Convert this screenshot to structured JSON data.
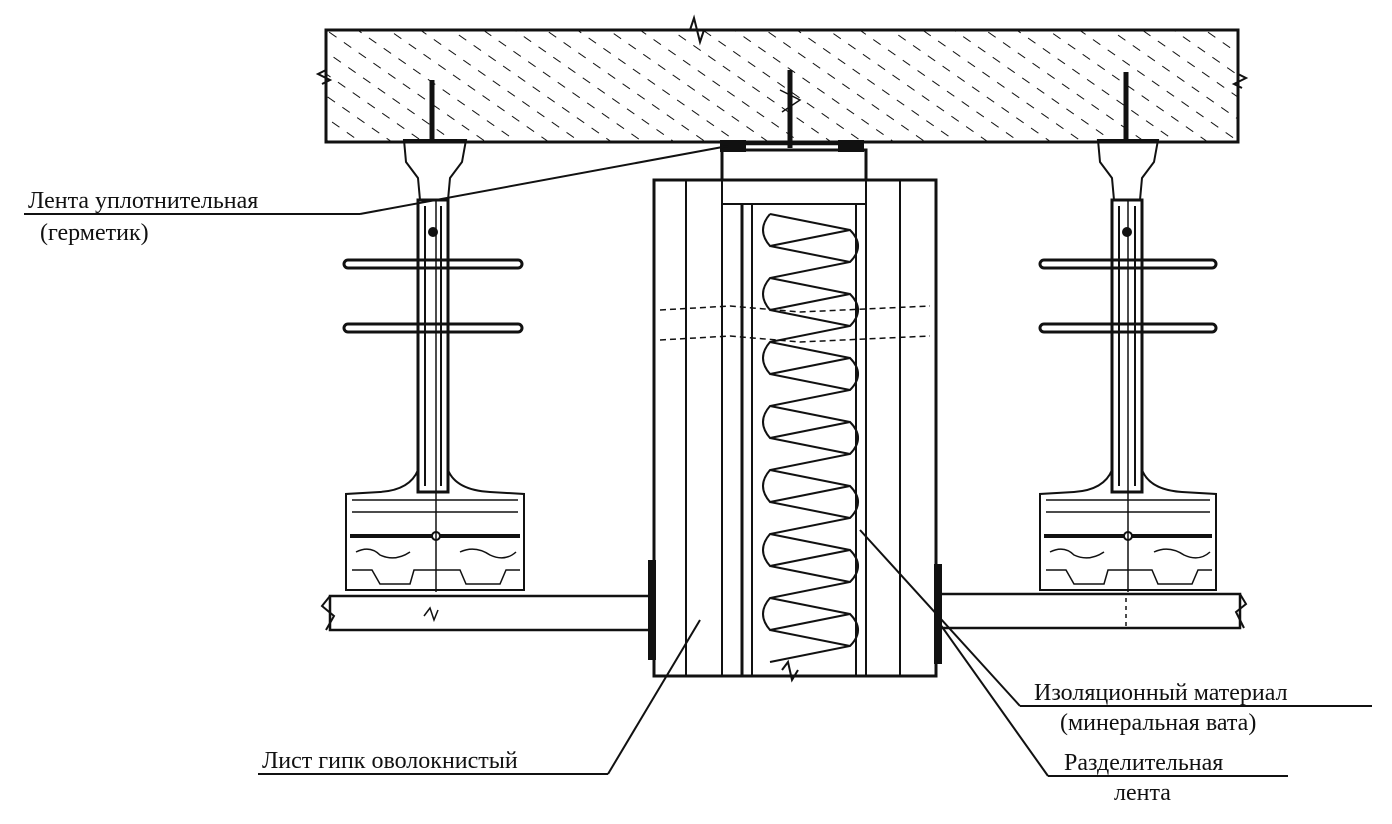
{
  "labels": {
    "sealing_tape_line1": "Лента уплотнительная",
    "sealing_tape_line2": "(герметик)",
    "insulation_line1": "Изоляционный материал",
    "insulation_line2": "(минеральная вата)",
    "gypsum_sheet": "Лист гипк оволокнистый",
    "separating_tape_line1": "Разделительная",
    "separating_tape_line2": "лента"
  }
}
